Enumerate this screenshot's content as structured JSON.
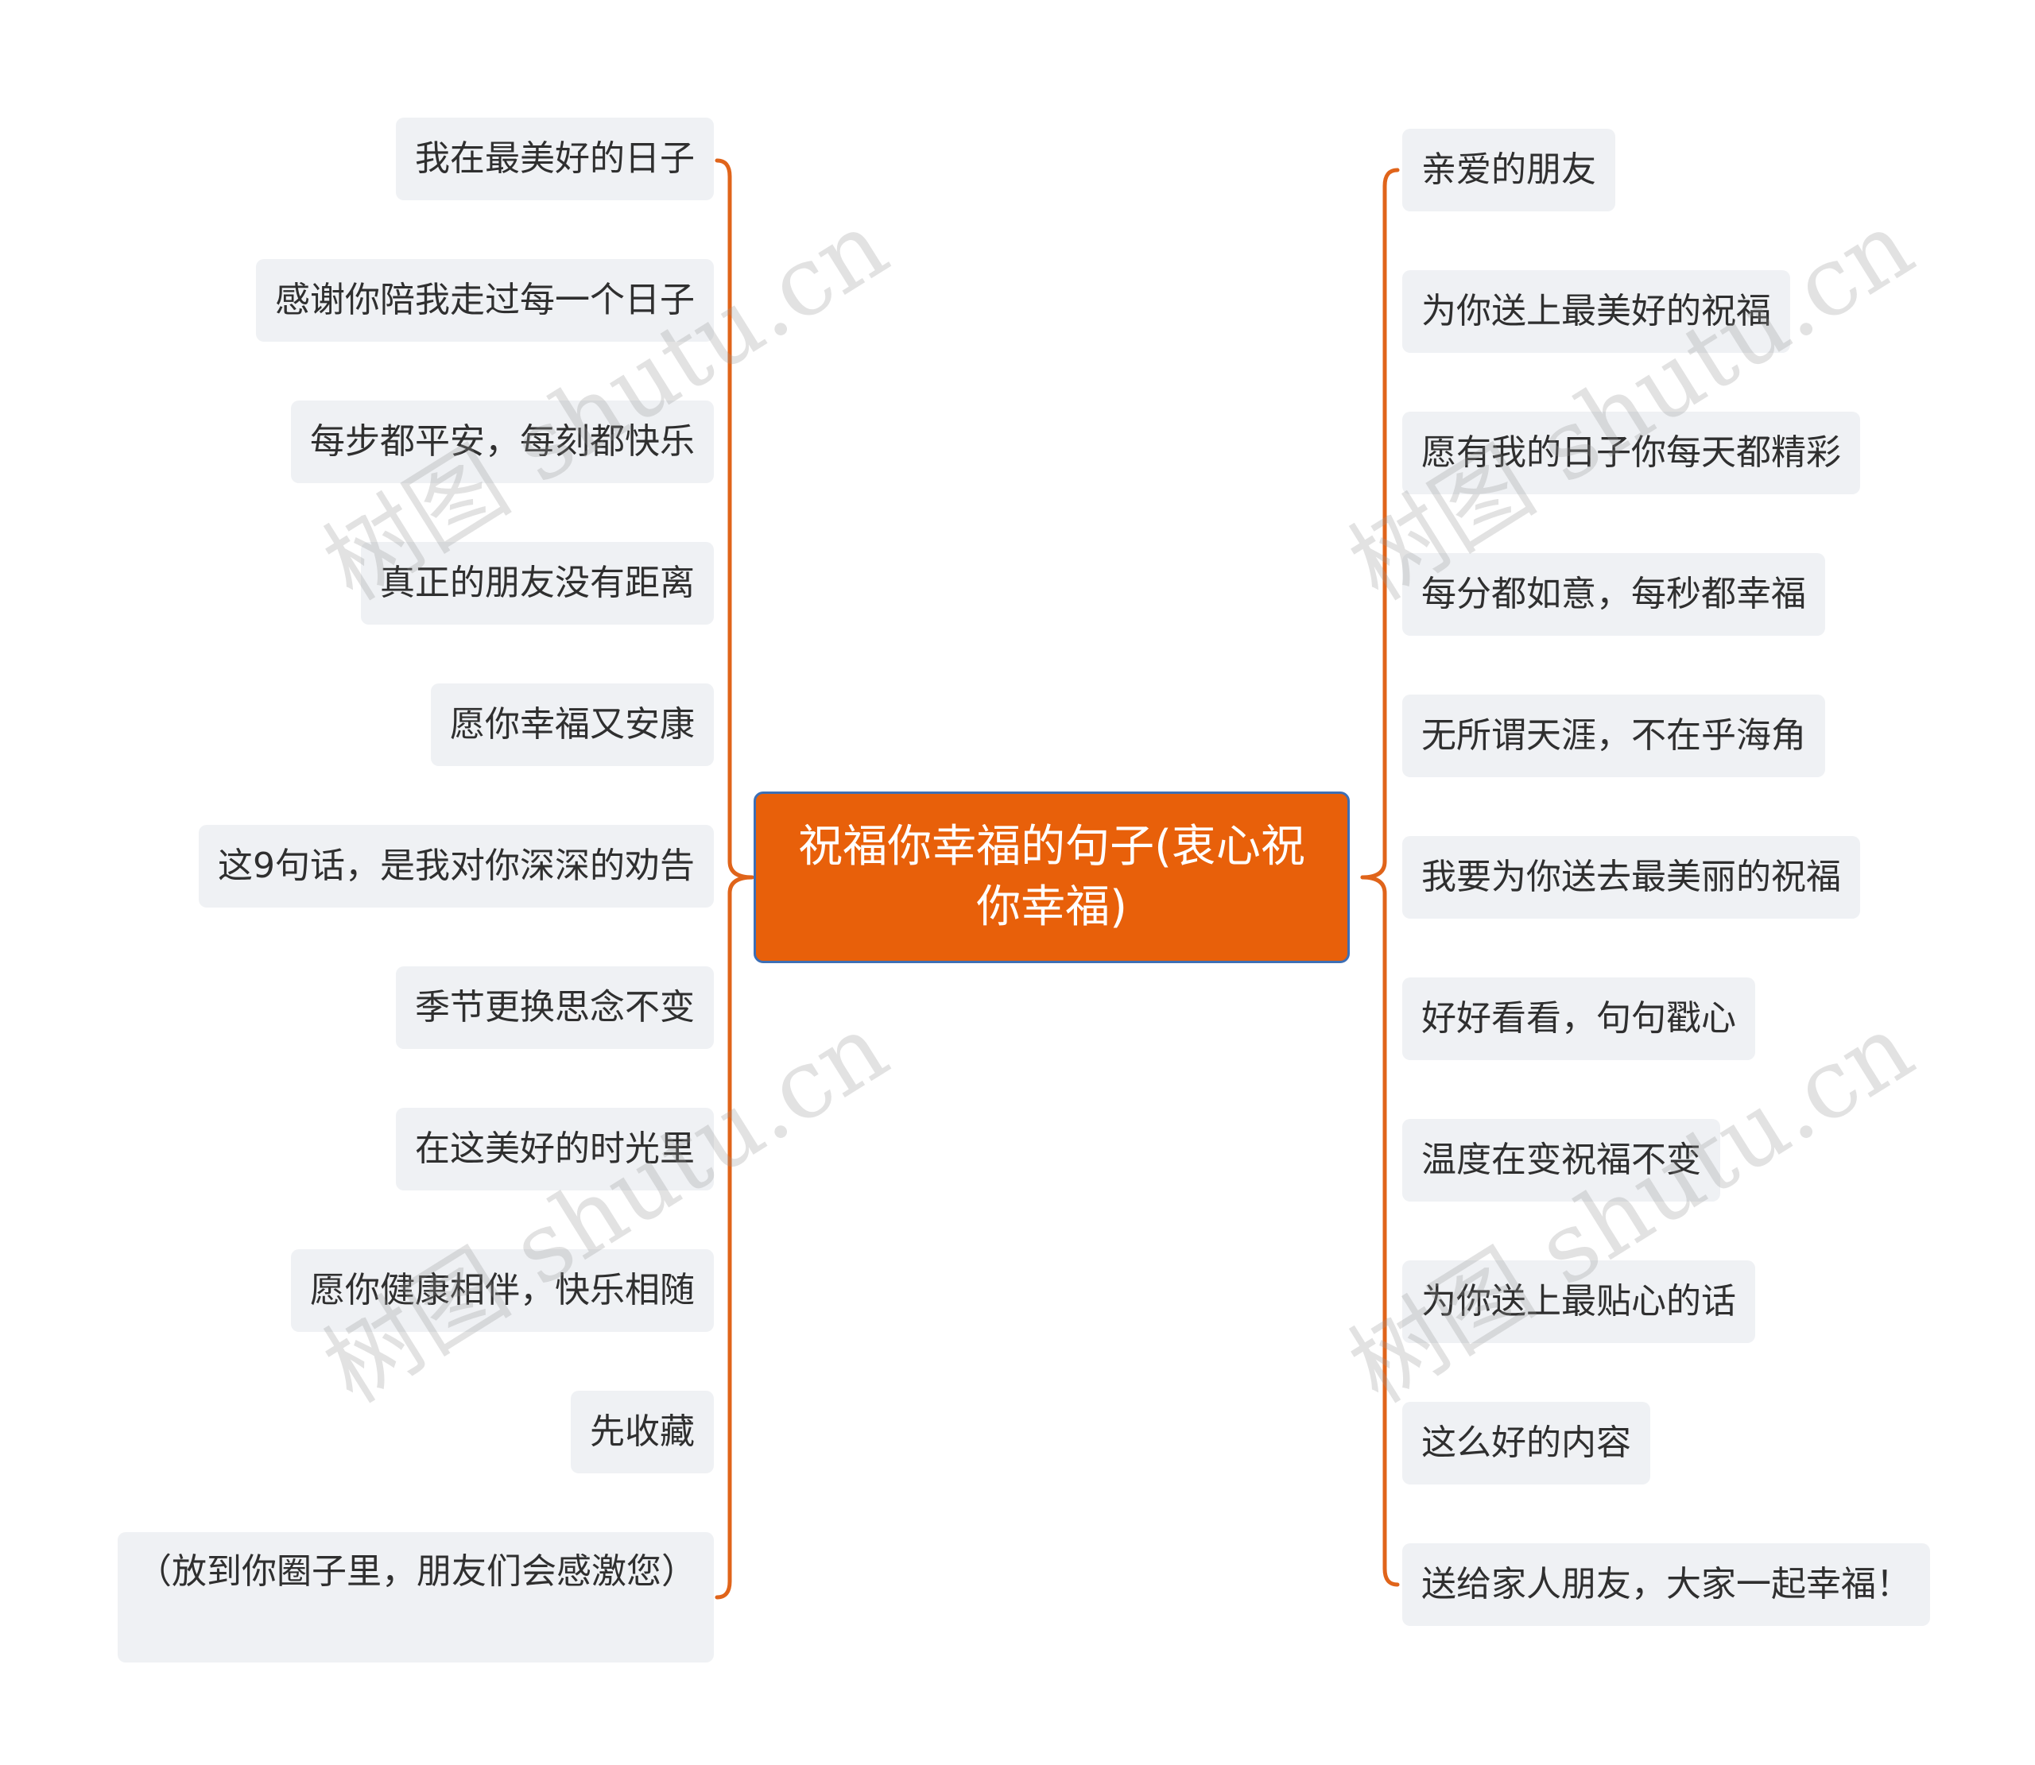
{
  "root": {
    "label": "祝福你幸福的句子(衷心祝你幸福)"
  },
  "left_nodes": [
    "我在最美好的日子",
    "感谢你陪我走过每一个日子",
    "每步都平安，每刻都快乐",
    "真正的朋友没有距离",
    "愿你幸福又安康",
    "这9句话，是我对你深深的劝告",
    "季节更换思念不变",
    "在这美好的时光里",
    "愿你健康相伴，快乐相随",
    "先收藏",
    "（放到你圈子里，朋友们会感激您）"
  ],
  "right_nodes": [
    "亲爱的朋友",
    "为你送上最美好的祝福",
    "愿有我的日子你每天都精彩",
    "每分都如意，每秒都幸福",
    "无所谓天涯，不在乎海角",
    "我要为你送去最美丽的祝福",
    "好好看看，句句戳心",
    "温度在变祝福不变",
    "为你送上最贴心的话",
    "这么好的内容",
    "送给家人朋友，大家一起幸福！"
  ],
  "watermark": "树图 shutu.cn",
  "colors": {
    "connector": "#e0641a",
    "root_fill": "#e8600a",
    "root_border": "#3d6fb5",
    "node_fill": "#eff1f4"
  }
}
